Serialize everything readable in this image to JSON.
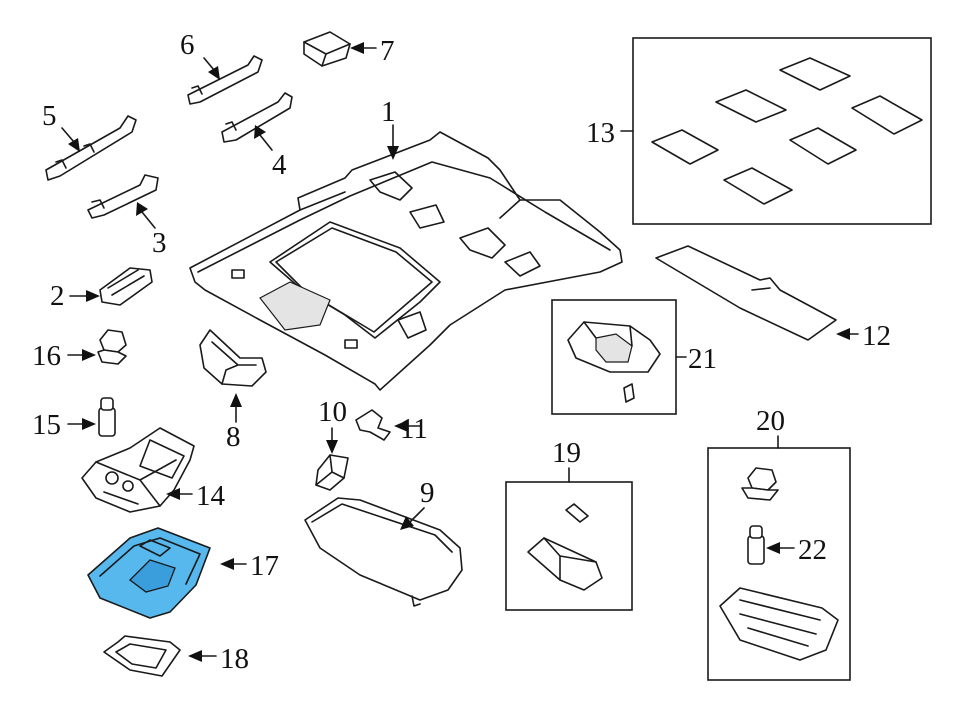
{
  "callouts": {
    "c1": "1",
    "c2": "2",
    "c3": "3",
    "c4": "4",
    "c5": "5",
    "c6": "6",
    "c7": "7",
    "c8": "8",
    "c9": "9",
    "c10": "10",
    "c11": "11",
    "c12": "12",
    "c13": "13",
    "c14": "14",
    "c15": "15",
    "c16": "16",
    "c17": "17",
    "c18": "18",
    "c19": "19",
    "c20": "20",
    "c21": "21",
    "c22": "22"
  },
  "highlight_color": "#57b8ee",
  "highlighted_part": "17"
}
